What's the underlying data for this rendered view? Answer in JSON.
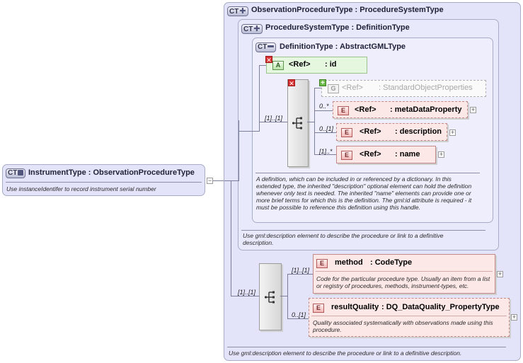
{
  "instrument": {
    "badge": "CT",
    "title": "InstrumentType : ObservationProcedureType",
    "doc": "Use instanceIdentifer to record instrument serial number",
    "collapse": "−"
  },
  "observation": {
    "badge": "CT",
    "title": "ObservationProcedureType : ProcedureSystemType",
    "doc": "Use gml:description element to describe the procedure or link to a definitive description."
  },
  "procedure": {
    "badge": "CT",
    "title": "ProcedureSystemType : DefinitionType",
    "doc": "Use gml:description element to describe the procedure or link to a definitive description."
  },
  "definition": {
    "badge": "CT",
    "title": "DefinitionType : AbstractGMLType",
    "doc": "A definition, which can be included in or referenced by a dictionary. In this extended type, the inherited \"description\" optional element can hold the definition whenever only text is needed. The inherited \"name\" elements can provide one or more brief terms for which this is the definition. The gml:id attribute is required - it must be possible to reference this definition using this handle.",
    "id_attr": {
      "chip": "A",
      "ref": "<Ref>",
      "name": ": id"
    },
    "seq_card": "[1]..[1]",
    "group": {
      "chip": "G",
      "ref": "<Ref>",
      "name": ": StandardObjectProperties"
    },
    "elements": [
      {
        "chip": "E",
        "card": "0..*",
        "ref": "<Ref>",
        "name": ": metaDataProperty",
        "expand": "+"
      },
      {
        "chip": "E",
        "card": "0..[1]",
        "ref": "<Ref>",
        "name": ": description",
        "expand": "+"
      },
      {
        "chip": "E",
        "card": "[1]..*",
        "ref": "<Ref>",
        "name": ": name",
        "expand": "+"
      }
    ]
  },
  "observation_seq": {
    "card": "[1]..[1]",
    "elements": [
      {
        "chip": "E",
        "card": "[1]..[1]",
        "name": "method",
        "type": ": CodeType",
        "doc": "Code for the particular procedure type. Usually an item from a list or registry of procedures, methods, instrument-types, etc.",
        "expand": "+"
      },
      {
        "chip": "E",
        "card": "0..[1]",
        "name": "resultQuality",
        "type": ": DQ_DataQuality_PropertyType",
        "doc": "Quality associated systematically with observations made using this procedure.",
        "expand": "+"
      }
    ]
  }
}
